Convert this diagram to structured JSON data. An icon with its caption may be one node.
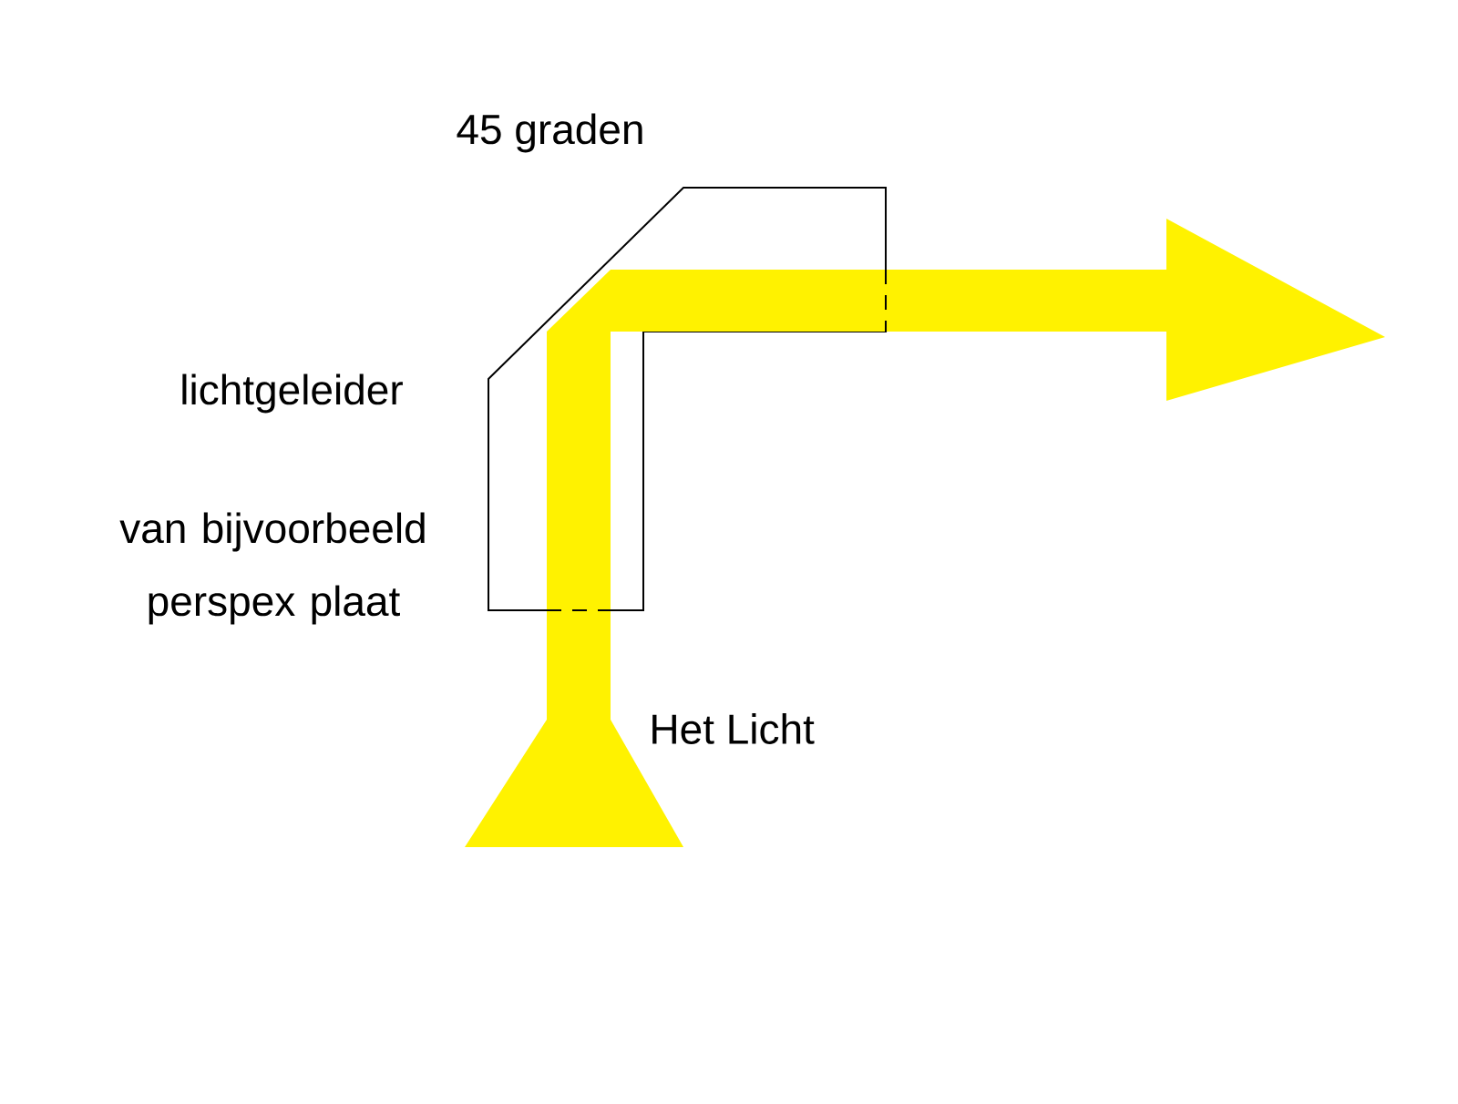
{
  "diagram": {
    "labels": [
      "45 graden",
      "lichtgeleider",
      "van bijvoorbeeld perspex plaat",
      "Het Licht"
    ]
  }
}
